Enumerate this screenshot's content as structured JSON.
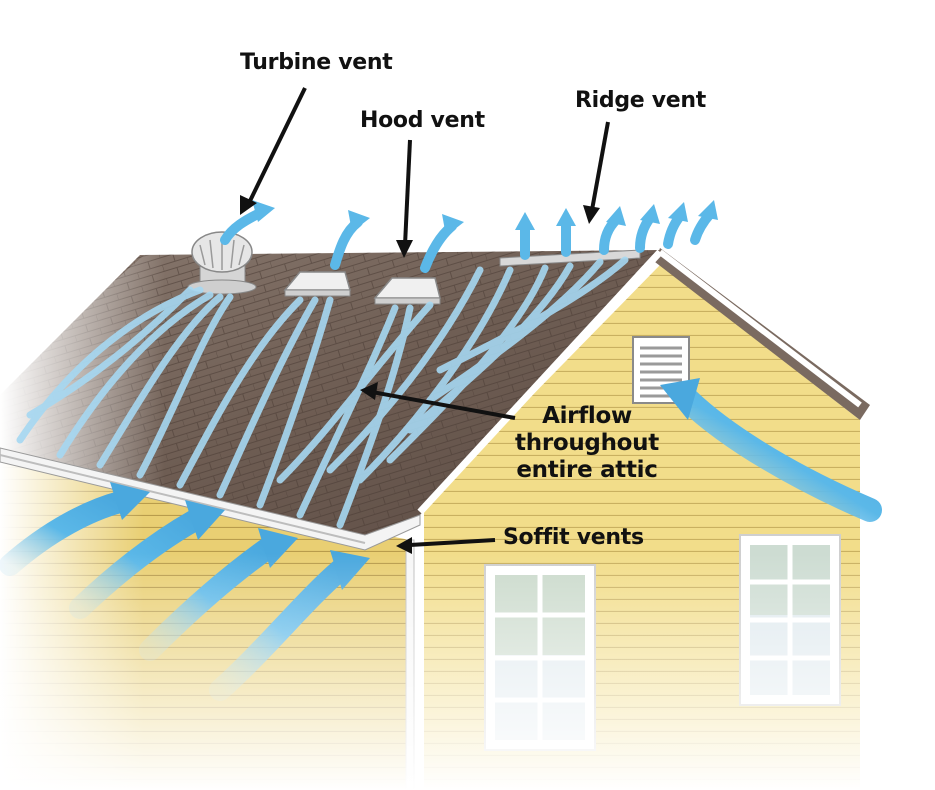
{
  "labels": {
    "turbine_vent": "Turbine vent",
    "hood_vent": "Hood vent",
    "ridge_vent": "Ridge vent",
    "airflow_line1": "Airflow",
    "airflow_line2": "throughout",
    "airflow_line3": "entire attic",
    "soffit_vents": "Soffit vents"
  },
  "colors": {
    "airflow": "#5bb8e8",
    "airflow_light": "#a6d8f2",
    "shingle": "#6b5a50",
    "siding": "#f2dd8a",
    "trim": "#ffffff",
    "label_text": "#111111",
    "pointer": "#111111"
  },
  "icons": {
    "turbine": "turbine-vent-icon",
    "hood": "hood-vent-icon",
    "ridge": "ridge-vent-icon",
    "gable": "gable-vent-icon"
  }
}
